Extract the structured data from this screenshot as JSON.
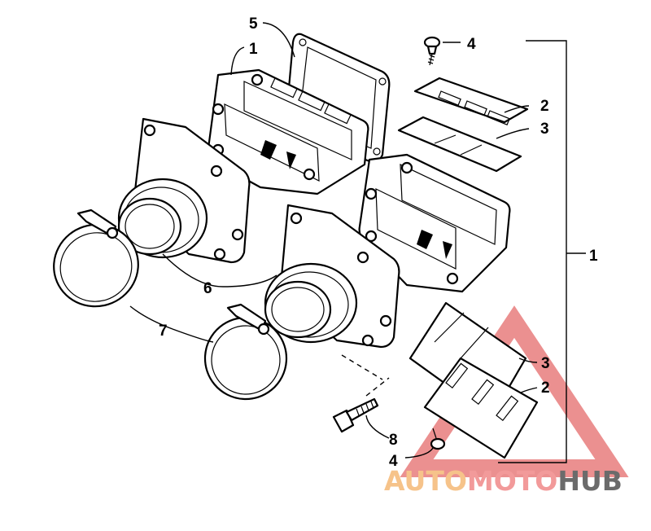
{
  "diagram": {
    "callouts": {
      "c1_top": "1",
      "c1_right": "1",
      "c2_top": "2",
      "c2_bottom": "2",
      "c3_top": "3",
      "c3_bottom": "3",
      "c4_top": "4",
      "c4_bottom": "4",
      "c5": "5",
      "c6": "6",
      "c7": "7",
      "c8": "8"
    }
  },
  "watermark": {
    "part1": "AUTO",
    "part2": "MOTO",
    "part3": "HUB",
    "colors": {
      "auto": "#f6c38a",
      "moto": "#f29a9a",
      "hub": "#6b6b6b",
      "triangle": "#e87d7d"
    }
  }
}
